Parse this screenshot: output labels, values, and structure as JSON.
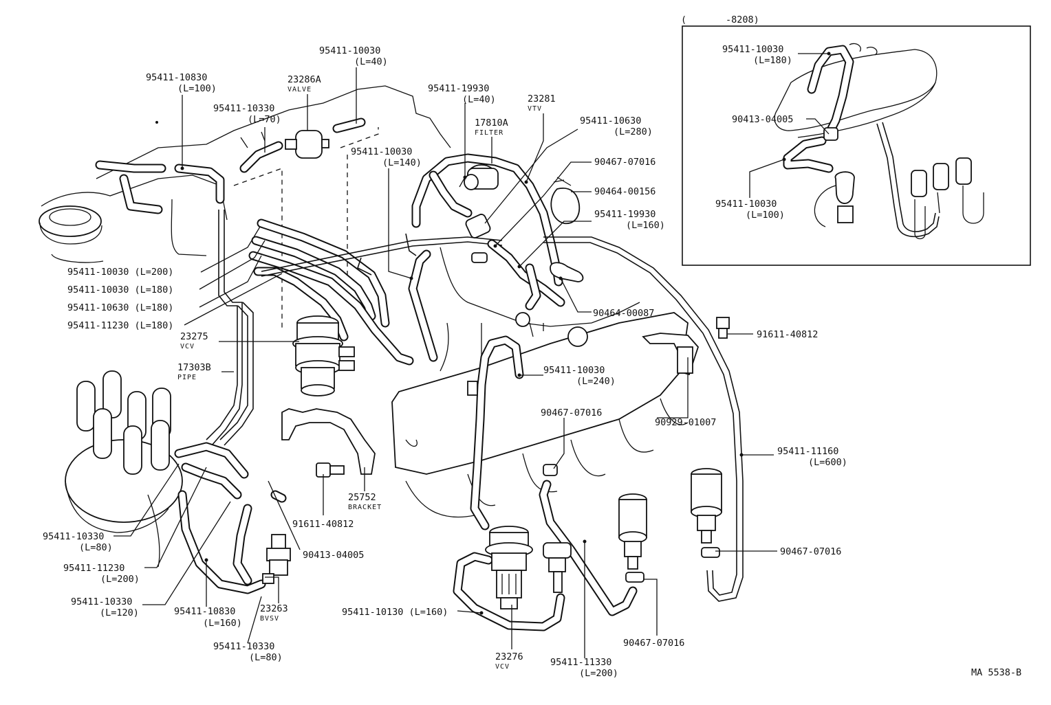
{
  "inset": {
    "title": "(       -8208)",
    "labels": {
      "l1_pn": "95411-10030",
      "l1_len": "(L=180)",
      "l2_pn": "90413-04005",
      "l3_pn": "95411-10030",
      "l3_len": "(L=100)"
    }
  },
  "labels": {
    "p_10830_100": "95411-10830",
    "p_10830_100_len": "(L=100)",
    "p_10330_70": "95411-10330",
    "p_10330_70_len": "(L=70)",
    "p_23286a": "23286A",
    "p_23286a_name": "VALVE",
    "p_10030_40": "95411-10030",
    "p_10030_40_len": "(L=40)",
    "p_19930_40": "95411-19930",
    "p_19930_40_len": "(L=40)",
    "p_10030_140": "95411-10030",
    "p_10030_140_len": "(L=140)",
    "p_17810a": "17810A",
    "p_17810a_name": "FILTER",
    "p_23281": "23281",
    "p_23281_name": "VTV",
    "p_10630_280": "95411-10630",
    "p_10630_280_len": "(L=280)",
    "p_90467_a": "90467-07016",
    "p_90464_156": "90464-00156",
    "p_19930_160": "95411-19930",
    "p_19930_160_len": "(L=160)",
    "p_10030_200": "95411-10030 (L=200)",
    "p_10030_180": "95411-10030 (L=180)",
    "p_10630_180": "95411-10630 (L=180)",
    "p_11230_180": "95411-11230 (L=180)",
    "p_23275": "23275",
    "p_23275_name": "VCV",
    "p_17303b": "17303B",
    "p_17303b_name": "PIPE",
    "p_90464_87": "90464-00087",
    "p_91611_a": "91611-40812",
    "p_10030_240": "95411-10030",
    "p_10030_240_len": "(L=240)",
    "p_90467_b": "90467-07016",
    "p_90929": "90929-01007",
    "p_11160": "95411-11160",
    "p_11160_len": "(L=600)",
    "p_25752": "25752",
    "p_25752_name": "BRACKET",
    "p_91611_b": "91611-40812",
    "p_10330_80a": "95411-10330",
    "p_10330_80a_len": "(L=80)",
    "p_90413": "90413-04005",
    "p_11230_200": "95411-11230",
    "p_11230_200_len": "(L=200)",
    "p_90467_c": "90467-07016",
    "p_10330_120": "95411-10330",
    "p_10330_120_len": "(L=120)",
    "p_10830_160": "95411-10830",
    "p_10830_160_len": "(L=160)",
    "p_23263": "23263",
    "p_23263_name": "BVSV",
    "p_10130": "95411-10130 (L=160)",
    "p_10330_80b": "95411-10330",
    "p_10330_80b_len": "(L=80)",
    "p_23276": "23276",
    "p_23276_name": "VCV",
    "p_11330": "95411-11330",
    "p_11330_len": "(L=200)",
    "p_90467_d": "90467-07016"
  },
  "footer": {
    "code": "MA 5538-B"
  }
}
